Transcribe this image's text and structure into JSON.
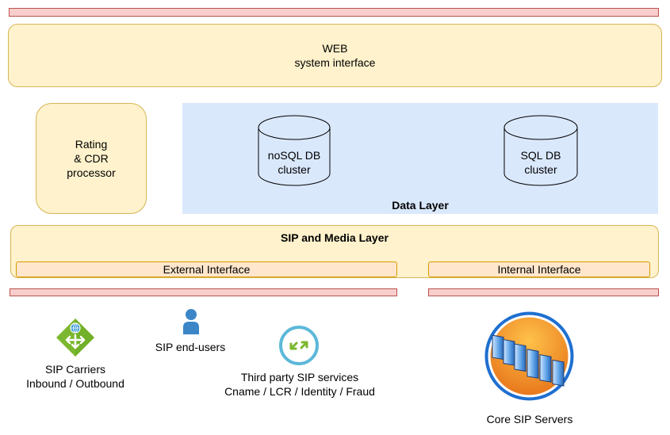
{
  "web": {
    "title": "WEB",
    "subtitle": "system interface"
  },
  "rating": {
    "line1": "Rating",
    "line2": "& CDR",
    "line3": "processor"
  },
  "data_layer": {
    "label": "Data Layer",
    "nosql": {
      "line1": "noSQL DB",
      "line2": "cluster"
    },
    "sql": {
      "line1": "SQL DB",
      "line2": "cluster"
    }
  },
  "sip_layer": {
    "label": "SIP and Media Layer",
    "external": "External Interface",
    "internal": "Internal Interface"
  },
  "endpoints": {
    "carriers": {
      "line1": "SIP Carriers",
      "line2": "Inbound / Outbound"
    },
    "end_users": "SIP end-users",
    "third_party": {
      "line1": "Third party SIP services",
      "line2": "Cname / LCR / Identity / Fraud"
    },
    "core": "Core SIP Servers"
  },
  "icons": {
    "carriers": "sip-carrier-router-icon",
    "end_users": "user-icon",
    "third_party": "connection-arrows-icon",
    "core": "server-rack-icon"
  },
  "colors": {
    "pink_fill": "#f8cecc",
    "pink_stroke": "#b85450",
    "yellow_fill": "#fff2cc",
    "yellow_stroke": "#d6b656",
    "peach_fill": "#ffe6cc",
    "peach_stroke": "#d79b00",
    "blue_fill": "#dae8fc"
  }
}
